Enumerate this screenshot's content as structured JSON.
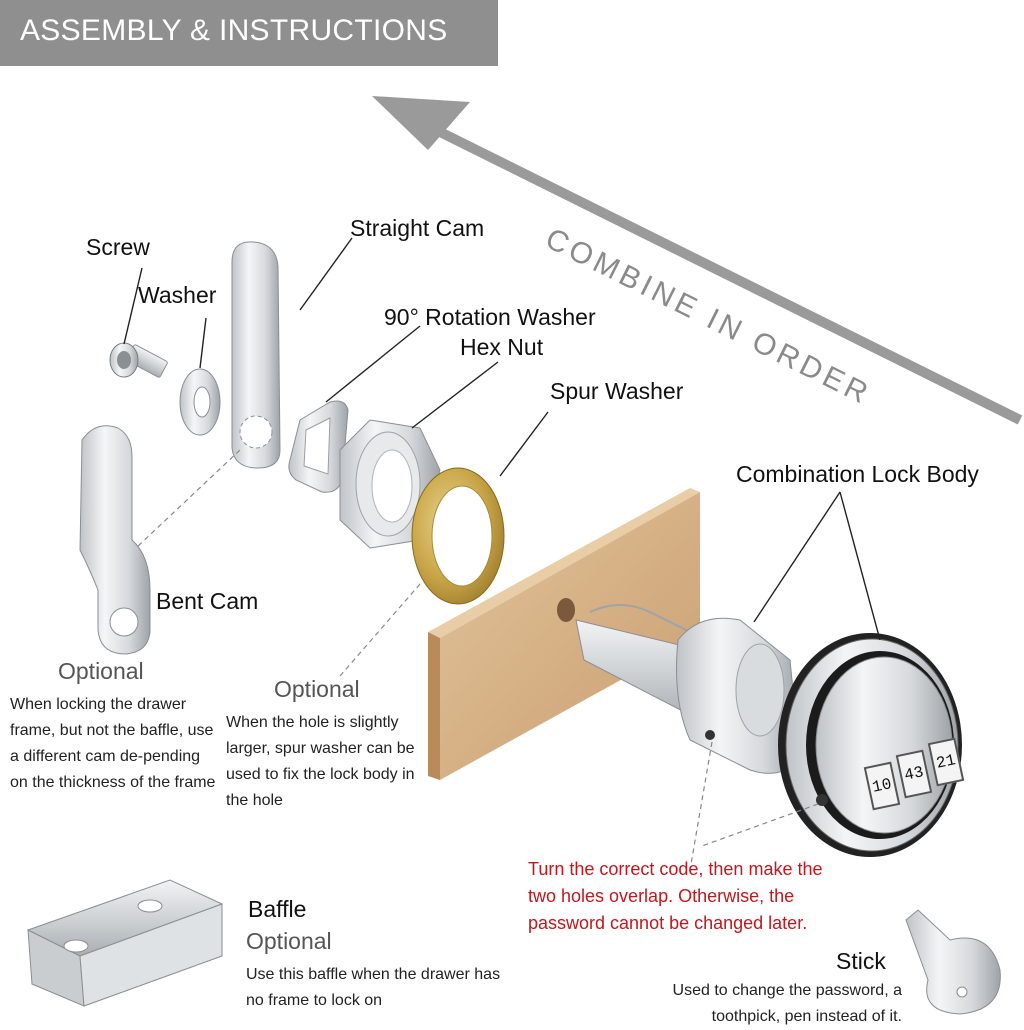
{
  "header": {
    "title": "ASSEMBLY & INSTRUCTIONS"
  },
  "arrow": {
    "text": "COMBINE IN ORDER"
  },
  "labels": {
    "screw": "Screw",
    "washer": "Washer",
    "straight_cam": "Straight Cam",
    "rotation_washer": "90° Rotation Washer",
    "hex_nut": "Hex Nut",
    "spur_washer": "Spur Washer",
    "lock_body": "Combination Lock Body",
    "bent_cam": "Bent Cam",
    "baffle": "Baffle",
    "stick": "Stick"
  },
  "notes": {
    "cam_optional": "Optional",
    "cam_desc": "When locking the drawer frame, but not the baffle, use a different cam de-pending on the thickness of the frame",
    "spur_optional": "Optional",
    "spur_desc": "When the hole is slightly larger, spur washer can be used to fix the lock body in the hole",
    "code_warning": "Turn the correct code, then make the two holes overlap. Otherwise, the password cannot be changed later.",
    "baffle_optional": "Optional",
    "baffle_desc": "Use this baffle when the drawer has no frame to lock on",
    "stick_desc": "Used to change the password, a toothpick, pen instead of it."
  },
  "dials": [
    "10",
    "43",
    "21"
  ],
  "colors": {
    "header_bg": "#8f8f8f",
    "arrow": "#9a9a9a",
    "warning": "#c4161c",
    "wood": "#d7b48b"
  }
}
